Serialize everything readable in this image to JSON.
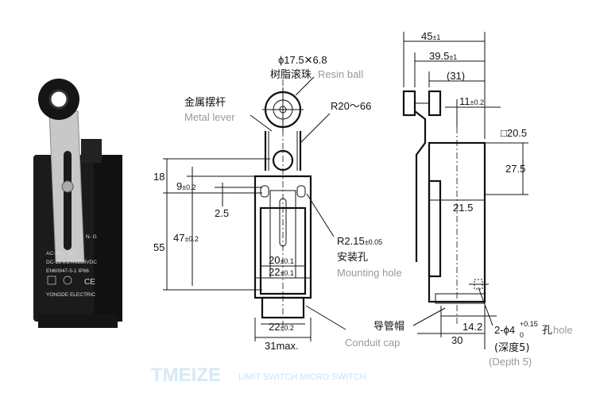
{
  "photo": {
    "brand_text": "N- G",
    "rating_line1": "AC-15 ... DC",
    "rating_line2": "DC-13  0.27A/250VDC",
    "rating_line3": "EN60947-5-1  IP66",
    "manufacturer": "YONGDE  ELECTRIC",
    "ce_mark": "CE"
  },
  "watermark": {
    "logo": "TMEIZE",
    "tagline": "LIMIT SWITCH  MICRO SWITCH"
  },
  "front_view": {
    "roller_dim": "ϕ17.5✕6.8",
    "roller_label_cn": "树脂滚珠",
    "roller_label_en": "Resin ball",
    "lever_label_cn": "金属摆杆",
    "lever_label_en": "Metal lever",
    "radius": "R20～66",
    "d18": "18",
    "d9": "9",
    "d9_tol": "±0.2",
    "d2_5": "2.5",
    "d55": "55",
    "d47": "47",
    "d47_tol": "±0.2",
    "hole_dim": "R2.15",
    "hole_tol": "±0.05",
    "hole_cn": "安装孔",
    "hole_en": "Mounting hole",
    "d20": "20",
    "d20_tol": "±0.1",
    "d22": "22",
    "d22_tol": "±0.1",
    "d22b": "22",
    "d22b_tol": "±0.2",
    "d31": "31max."
  },
  "side_view": {
    "d45": "45",
    "d45_tol": "±1",
    "d39_5": "39.5",
    "d39_5_tol": "±1",
    "d31": "(31)",
    "d11": "11",
    "d11_tol": "±0.2",
    "d20_5": "□20.5",
    "d27_5": "27.5",
    "d21_5": "21.5",
    "d14_2": "14.2",
    "d30": "30",
    "conduit_cn": "导管帽",
    "conduit_en": "Conduit cap",
    "hole_prefix": "2-ϕ4",
    "hole_tol_up": "+0.15",
    "hole_tol_down": "0",
    "hole_cn": "孔",
    "hole_en": "hole",
    "depth_cn": "(深度5)",
    "depth_en": "(Depth 5)"
  }
}
